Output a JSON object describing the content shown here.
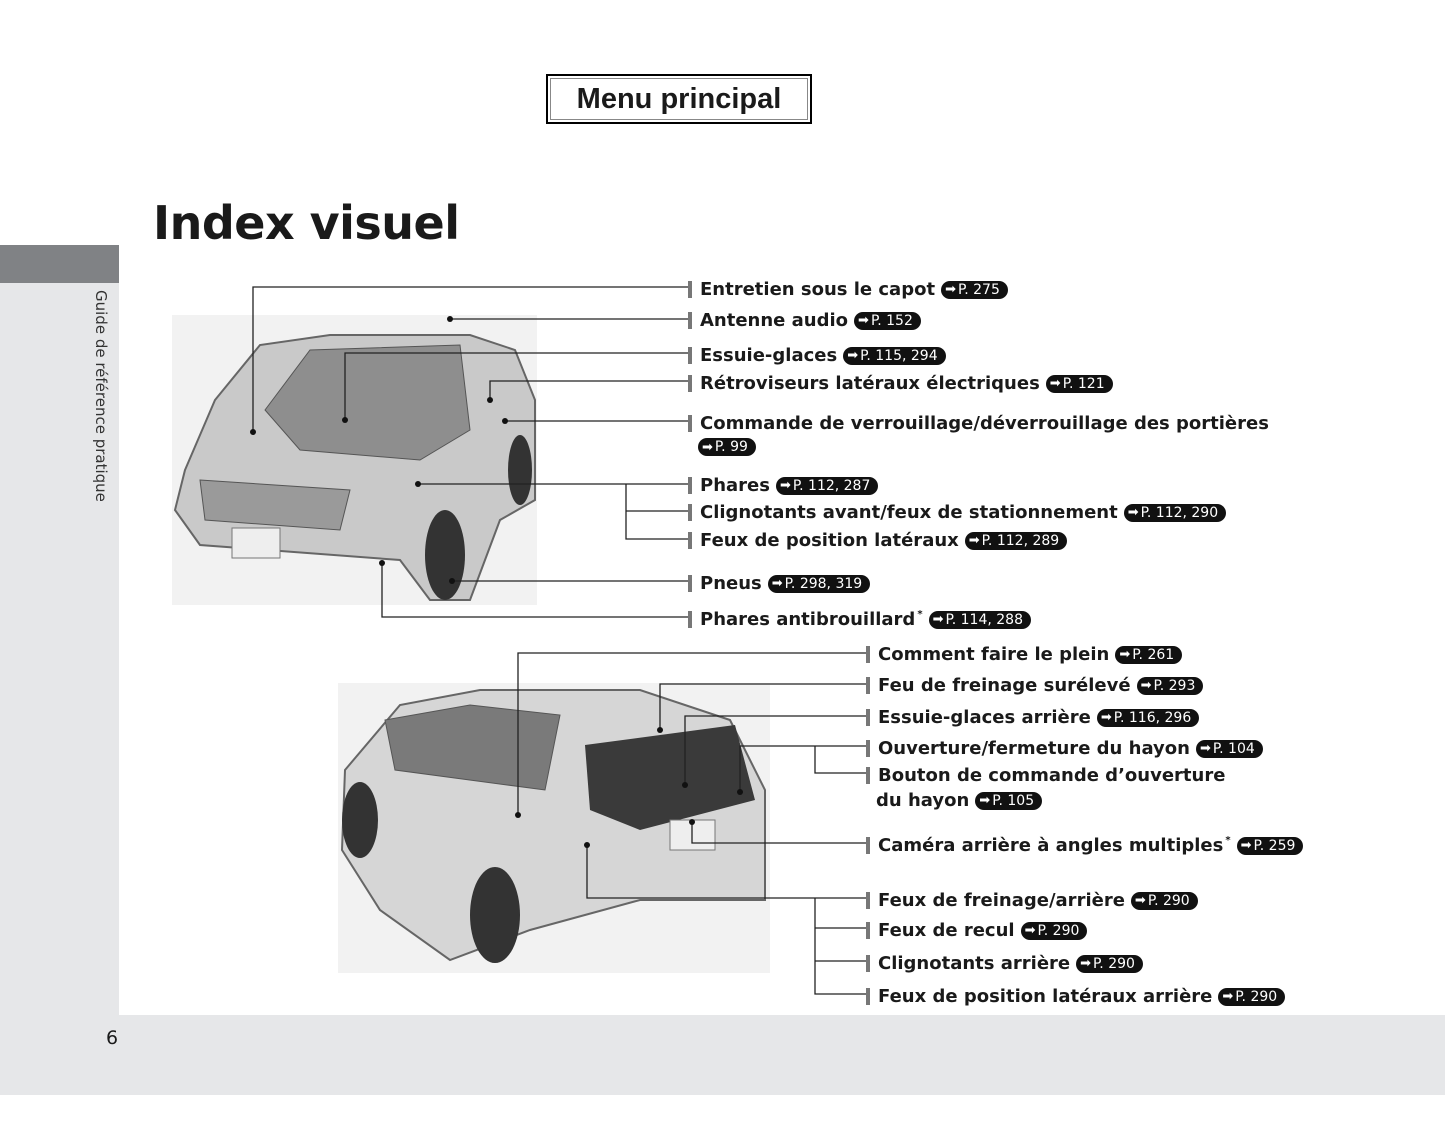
{
  "header": {
    "menu_button": "Menu principal"
  },
  "page_title": "Index visuel",
  "sidebar": {
    "section": "Guide de référence pratique"
  },
  "page_number": "6",
  "ref_prefix": "P.",
  "front_items": [
    {
      "label": "Entretien sous le capot",
      "ref": "275"
    },
    {
      "label": "Antenne audio",
      "ref": "152"
    },
    {
      "label": "Essuie-glaces",
      "ref": "115, 294"
    },
    {
      "label": "Rétroviseurs latéraux électriques",
      "ref": "121"
    },
    {
      "label": "Commande de verrouillage/déverrouillage des portières",
      "ref": "99"
    },
    {
      "label": "Phares",
      "ref": "112, 287"
    },
    {
      "label": "Clignotants avant/feux de stationnement",
      "ref": "112, 290"
    },
    {
      "label": "Feux de position latéraux",
      "ref": "112, 289"
    },
    {
      "label": "Pneus",
      "ref": "298, 319"
    },
    {
      "label": "Phares antibrouillard",
      "ref": "114, 288",
      "asterisk": "*"
    }
  ],
  "rear_items": [
    {
      "label": "Comment faire le plein",
      "ref": "261"
    },
    {
      "label": "Feu de freinage surélevé",
      "ref": "293"
    },
    {
      "label": "Essuie-glaces arrière",
      "ref": "116, 296"
    },
    {
      "label": "Ouverture/fermeture du hayon",
      "ref": "104"
    },
    {
      "label": "Bouton de commande d’ouverture",
      "label2": "du hayon",
      "ref": "105"
    },
    {
      "label": "Caméra arrière à angles multiples",
      "ref": "259",
      "asterisk": "*"
    },
    {
      "label": "Feux de freinage/arrière",
      "ref": "290"
    },
    {
      "label": "Feux de recul",
      "ref": "290"
    },
    {
      "label": "Clignotants arrière",
      "ref": "290"
    },
    {
      "label": "Feux de position latéraux arrière",
      "ref": "290"
    }
  ]
}
